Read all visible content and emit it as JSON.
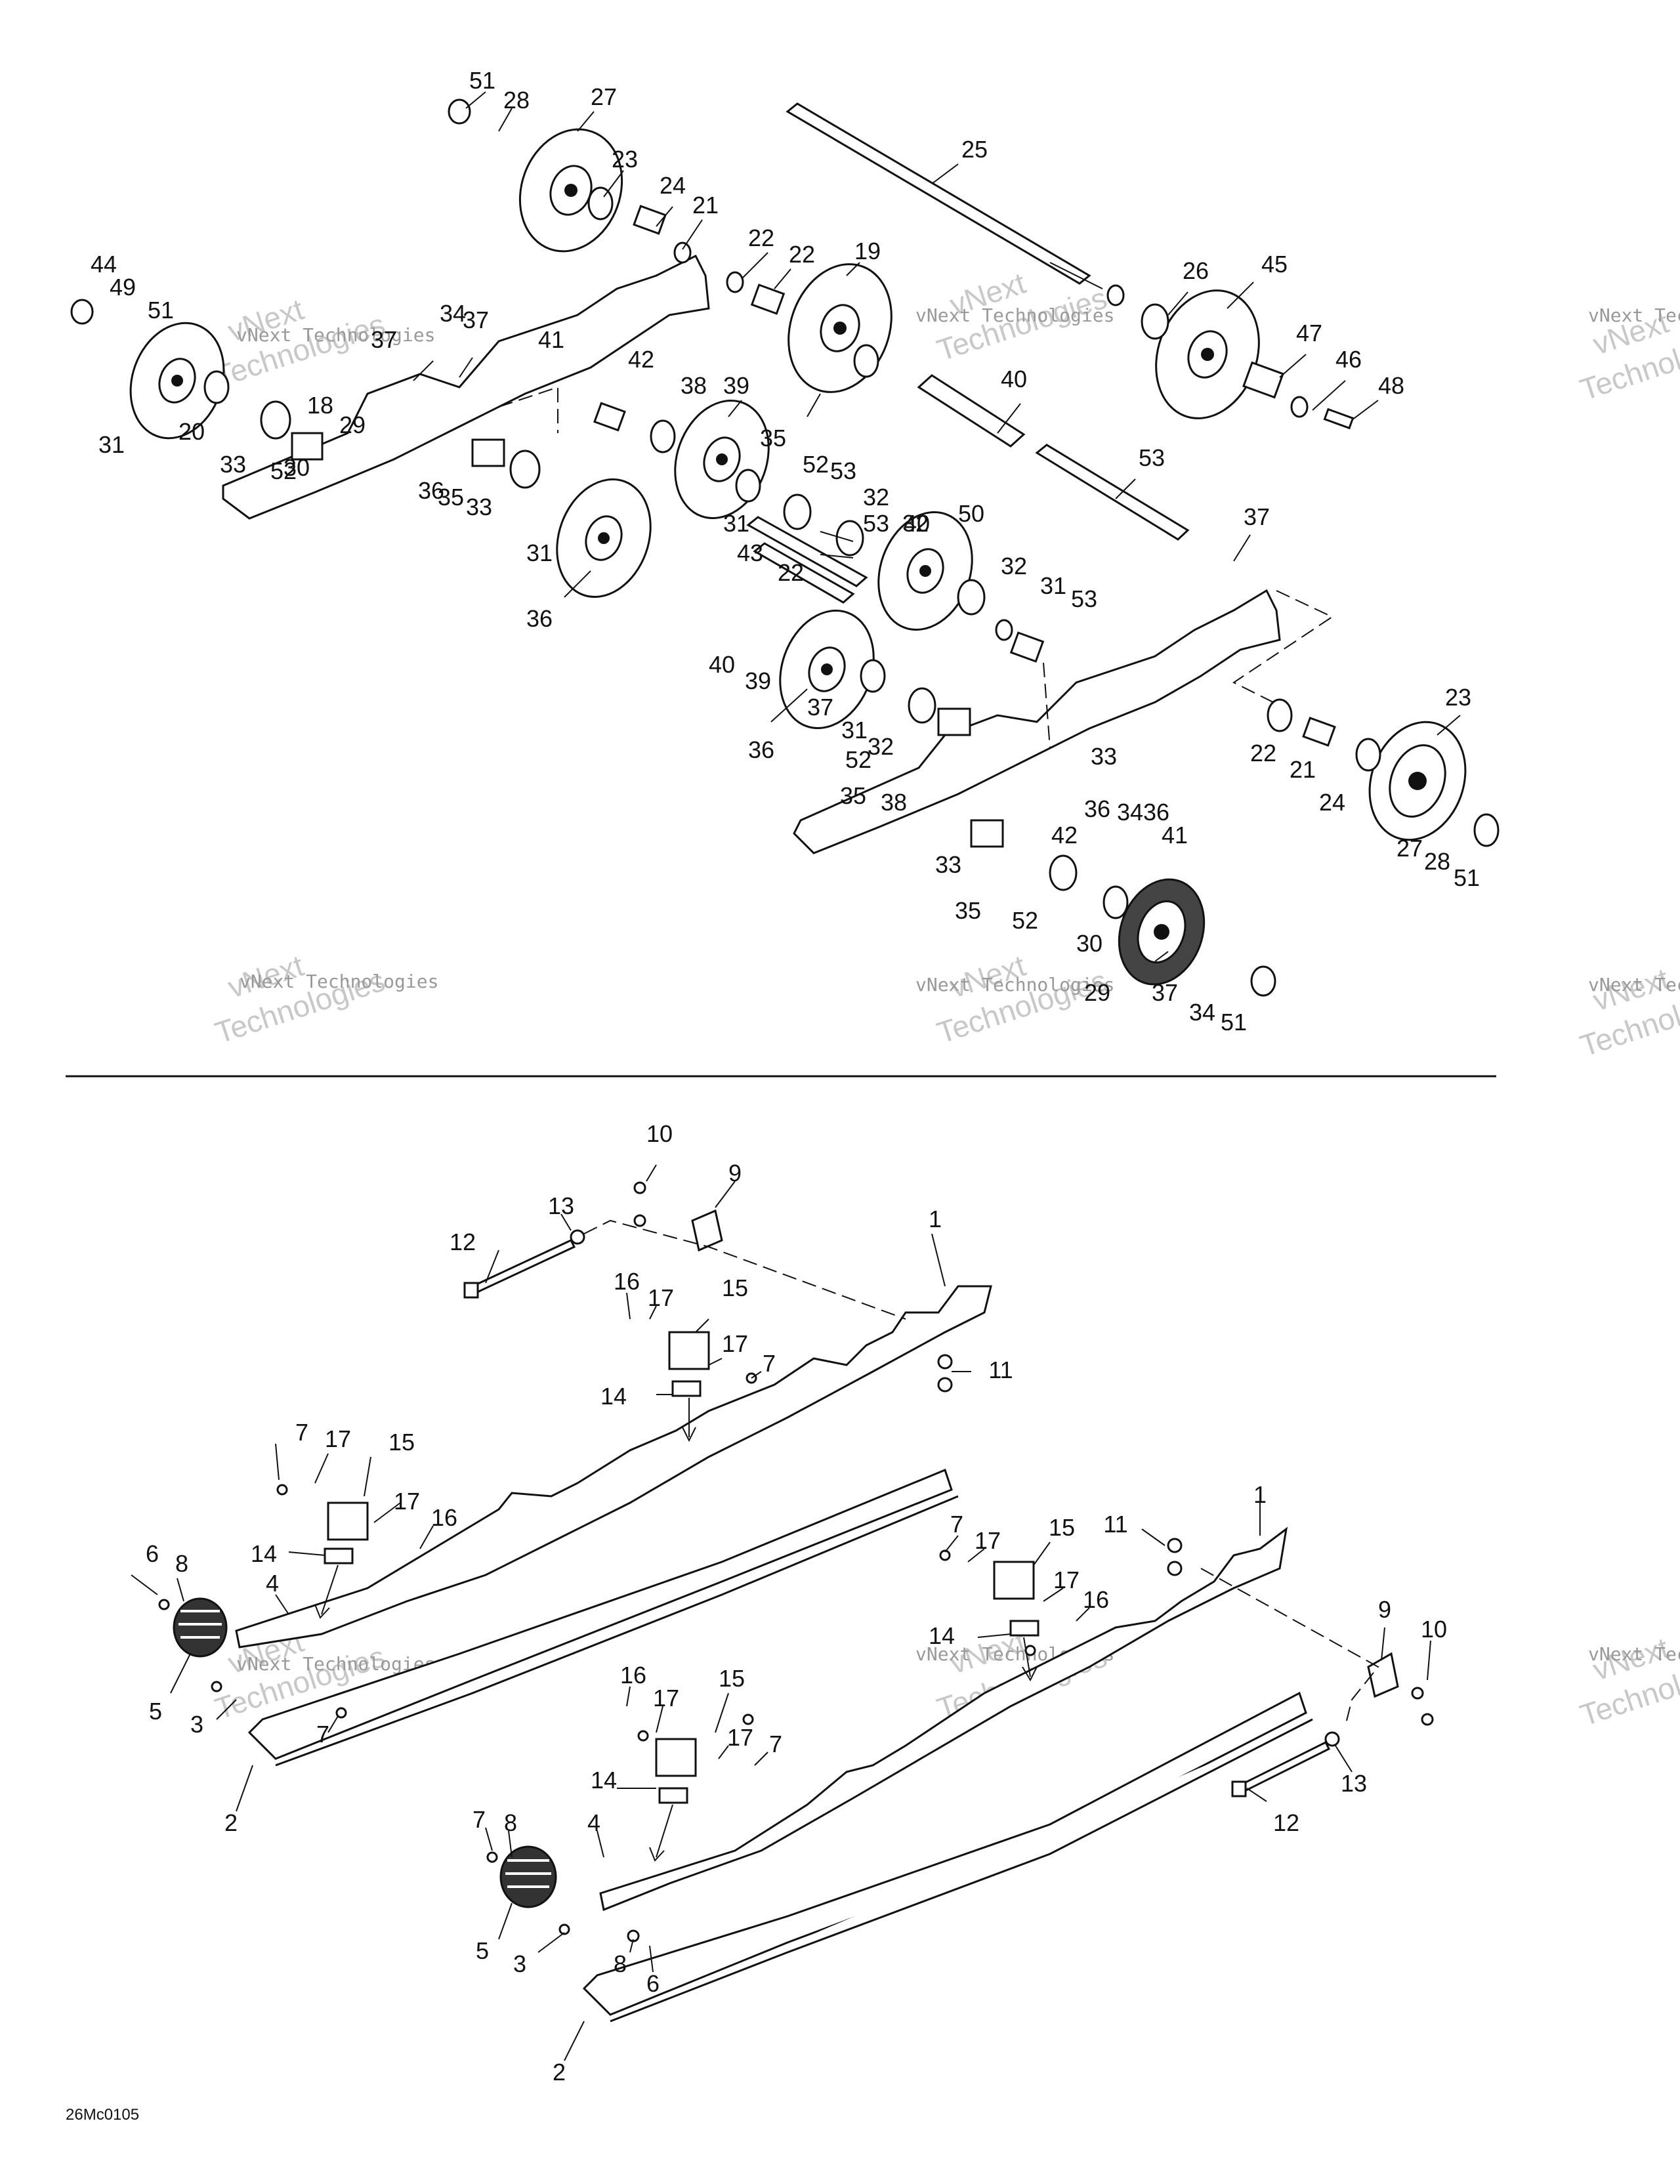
{
  "figure_ref": "26Mc0105",
  "watermark": {
    "line1": "vNext",
    "line2": "Technologies",
    "caption": "vNext Technologies"
  },
  "callouts_top": [
    "51",
    "28",
    "27",
    "23",
    "24",
    "21",
    "22",
    "22",
    "19",
    "25",
    "26",
    "45",
    "47",
    "46",
    "48",
    "44",
    "49",
    "51",
    "34",
    "37",
    "37",
    "41",
    "42",
    "38",
    "39",
    "40",
    "53",
    "31",
    "20",
    "18",
    "29",
    "30",
    "33",
    "36",
    "52",
    "35",
    "33",
    "35",
    "52",
    "32",
    "53",
    "40",
    "53",
    "32",
    "31",
    "43",
    "50",
    "31",
    "37",
    "36",
    "22",
    "32",
    "31",
    "53",
    "40",
    "39",
    "36",
    "37",
    "31",
    "32",
    "52",
    "33",
    "35",
    "38",
    "36",
    "36",
    "42",
    "34",
    "41",
    "23",
    "22",
    "21",
    "24",
    "27",
    "28",
    "51",
    "33",
    "35",
    "52",
    "30",
    "29",
    "37",
    "34",
    "51"
  ],
  "callouts_bottom": [
    "10",
    "9",
    "13",
    "12",
    "1",
    "16",
    "17",
    "15",
    "17",
    "7",
    "11",
    "14",
    "7",
    "17",
    "15",
    "17",
    "16",
    "14",
    "6",
    "8",
    "4",
    "5",
    "3",
    "7",
    "2",
    "1",
    "11",
    "7",
    "17",
    "15",
    "17",
    "16",
    "14",
    "9",
    "10",
    "16",
    "17",
    "15",
    "17",
    "7",
    "13",
    "12",
    "14",
    "7",
    "8",
    "4",
    "5",
    "3",
    "8",
    "6",
    "2"
  ]
}
